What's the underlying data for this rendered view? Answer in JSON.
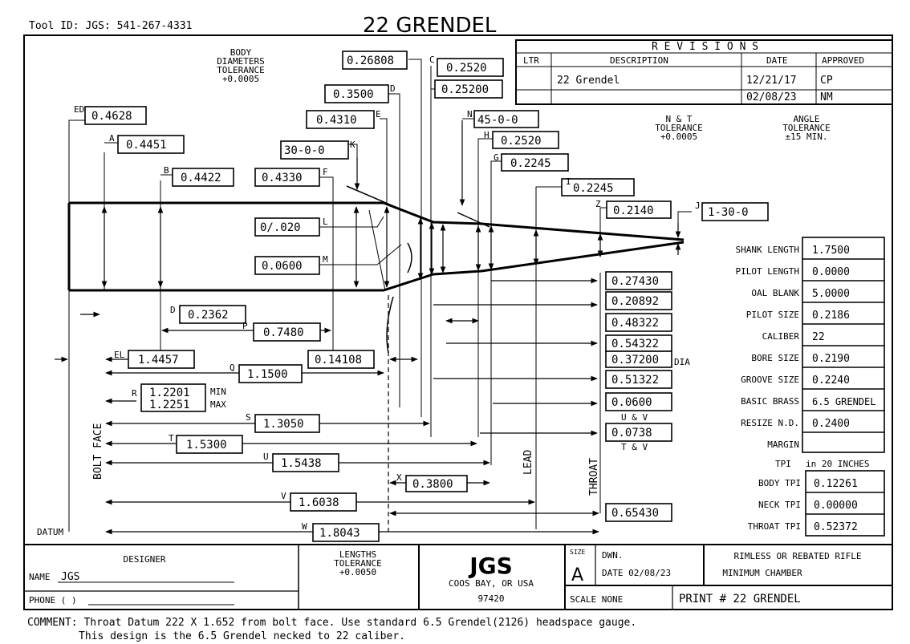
{
  "header": {
    "tool_id": "Tool ID: JGS: 541-267-4331",
    "title": "22 GRENDEL"
  },
  "tolerances": {
    "body_title": "BODY",
    "body_l2": "DIAMETERS",
    "body_l3": "TOLERANCE",
    "body_l4": "+0.0005",
    "nt_l1": "N & T",
    "nt_l2": "TOLERANCE",
    "nt_l3": "+0.0005",
    "angle_l1": "ANGLE",
    "angle_l2": "TOLERANCE",
    "angle_l3": "±15 MIN.",
    "len_l1": "LENGTHS",
    "len_l2": "TOLERANCE",
    "len_l3": "+0.0050"
  },
  "revisions": {
    "title": "R E V I S I O N S",
    "headers": [
      "LTR",
      "DESCRIPTION",
      "DATE",
      "APPROVED"
    ],
    "rows": [
      {
        "ltr": "",
        "desc": "22 Grendel",
        "date": "12/21/17",
        "approved": "CP"
      },
      {
        "ltr": "",
        "desc": "",
        "date": "02/08/23",
        "approved": "NM"
      }
    ]
  },
  "dims": {
    "ED": "0.4628",
    "A": "0.4451",
    "B": "0.4422",
    "F": "0.4330",
    "K": "30-0-0",
    "E": "0.4310",
    "D": "0.3500",
    "C_top": "0.26808",
    "C1": "0.2520",
    "C2": "0.25200",
    "N": "45-0-0",
    "H": "0.2520",
    "G": "0.2245",
    "I": "0.2245",
    "Z": "0.2140",
    "J": "1-30-0",
    "L": "0/.020",
    "M": "0.0600",
    "D2": "0.2362",
    "P": "0.7480",
    "EL": "1.4457",
    "Q": "1.1500",
    "R_min": "1.2201",
    "R_max": "1.2251",
    "S": "1.3050",
    "T": "1.5300",
    "U": "1.5438",
    "X": "0.3800",
    "V": "1.6038",
    "W": "1.8043",
    "q_r": "0.14108",
    "r1": "0.27430",
    "r2": "0.20892",
    "r3": "0.48322",
    "r4": "0.54322",
    "r5": "0.37200",
    "r6": "0.51322",
    "r7": "0.0600",
    "r8": "0.0738",
    "r9": "0.65430"
  },
  "dim_letters": {
    "ED": "ED",
    "A": "A",
    "B": "B",
    "F": "F",
    "K": "K",
    "E": "E",
    "D": "D",
    "C": "C",
    "N": "N",
    "H": "H",
    "G": "G",
    "I": "I",
    "Z": "Z",
    "J": "J",
    "L": "L",
    "M": "M",
    "P": "P",
    "EL": "EL",
    "Q": "Q",
    "R": "R",
    "S": "S",
    "T": "T",
    "U": "U",
    "X": "X",
    "V": "V",
    "W": "W"
  },
  "labels": {
    "min": "MIN",
    "max": "MAX",
    "dia": "DIA",
    "uv": "U & V",
    "tv": "T & V",
    "bolt_face": "BOLT FACE",
    "lead": "LEAD",
    "throat": "THROAT",
    "datum": "DATUM"
  },
  "specs": [
    {
      "label": "SHANK LENGTH",
      "value": "1.7500"
    },
    {
      "label": "PILOT LENGTH",
      "value": "0.0000"
    },
    {
      "label": "OAL BLANK",
      "value": "5.0000"
    },
    {
      "label": "PILOT SIZE",
      "value": "0.2186"
    },
    {
      "label": "CALIBER",
      "value": "22"
    },
    {
      "label": "BORE SIZE",
      "value": "0.2190"
    },
    {
      "label": "GROOVE SIZE",
      "value": "0.2240"
    },
    {
      "label": "BASIC BRASS",
      "value": "6.5 GRENDEL"
    },
    {
      "label": "RESIZE N.D.",
      "value": "0.2400"
    },
    {
      "label": "MARGIN",
      "value": ""
    }
  ],
  "tpi": {
    "title": "TPI",
    "unit": "in 20 INCHES",
    "rows": [
      {
        "label": "BODY TPI",
        "value": "0.12261"
      },
      {
        "label": "NECK TPI",
        "value": "0.00000"
      },
      {
        "label": "THROAT TPI",
        "value": "0.52372"
      }
    ]
  },
  "title_block": {
    "designer": "DESIGNER",
    "name_label": "NAME",
    "name_value": "JGS",
    "phone_label": "PHONE (    )",
    "logo": "JGS",
    "city": "COOS BAY, OR USA",
    "zip": "97420",
    "size_label": "SIZE",
    "size_value": "A",
    "dwn": "DWN.",
    "date": "DATE 02/08/23",
    "scale": "SCALE  NONE",
    "print": "PRINT # 22 GRENDEL",
    "desc1": "RIMLESS OR REBATED RIFLE",
    "desc2": "MINIMUM CHAMBER"
  },
  "comment": {
    "line1": "COMMENT: Throat Datum 222 X 1.652 from bolt face. Use standard 6.5 Grendel(2126) headspace gauge.",
    "line2": "This design is the 6.5 Grendel necked to 22 caliber."
  }
}
